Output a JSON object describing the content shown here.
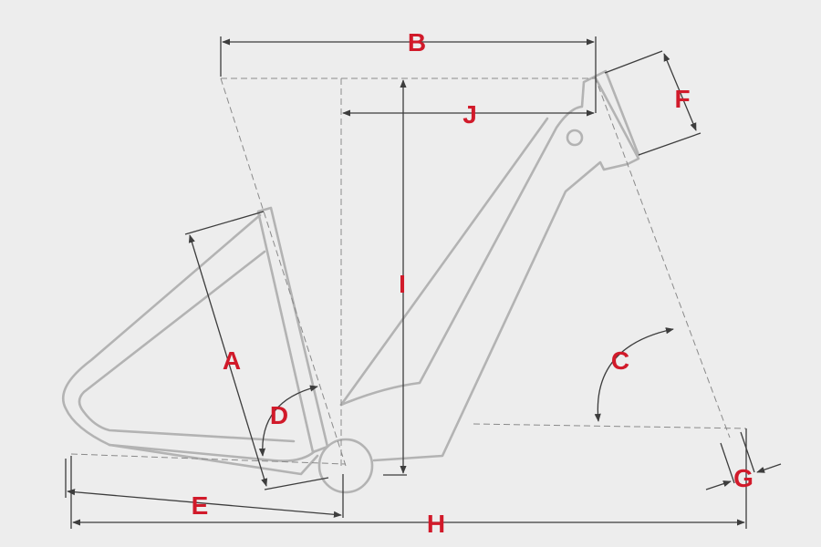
{
  "labels": {
    "A": "A",
    "B": "B",
    "C": "C",
    "D": "D",
    "E": "E",
    "F": "F",
    "G": "G",
    "H": "H",
    "I": "I",
    "J": "J"
  },
  "colors": {
    "background": "#ededed",
    "frame": "#b3b3b3",
    "dimension_line": "#3d3d3d",
    "extension_line": "#8a8a8a",
    "label": "#d11a2a"
  }
}
